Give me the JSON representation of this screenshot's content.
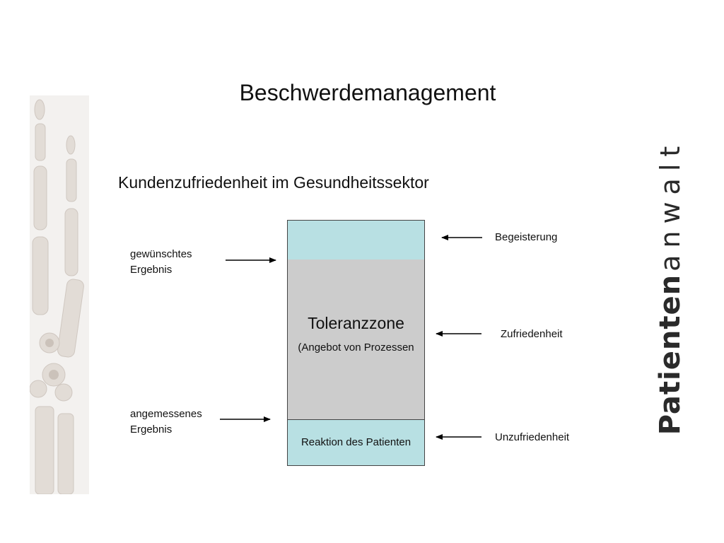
{
  "slide": {
    "title": "Beschwerdemanagement",
    "subtitle": "Kundenzufriedenheit im Gesundheitssektor"
  },
  "diagram": {
    "left_labels": {
      "desired": [
        "gewünschtes",
        "Ergebnis"
      ],
      "adequate": [
        "angemessenes",
        "Ergebnis"
      ]
    },
    "center": {
      "zone_title": "Toleranzzone",
      "zone_subtitle": "(Angebot von  Prozessen",
      "bottom_label": "Reaktion des Patienten"
    },
    "right_labels": {
      "top": "Begeisterung",
      "middle": "Zufriedenheit",
      "bottom": "Unzufriedenheit"
    },
    "colors": {
      "cyan_box": "#b8e0e3",
      "gray_box": "#cccccc"
    }
  },
  "brand": {
    "bold": "Patienten",
    "thin": "anwalt"
  },
  "decor": {
    "side_image": "hand-xray-bones"
  }
}
